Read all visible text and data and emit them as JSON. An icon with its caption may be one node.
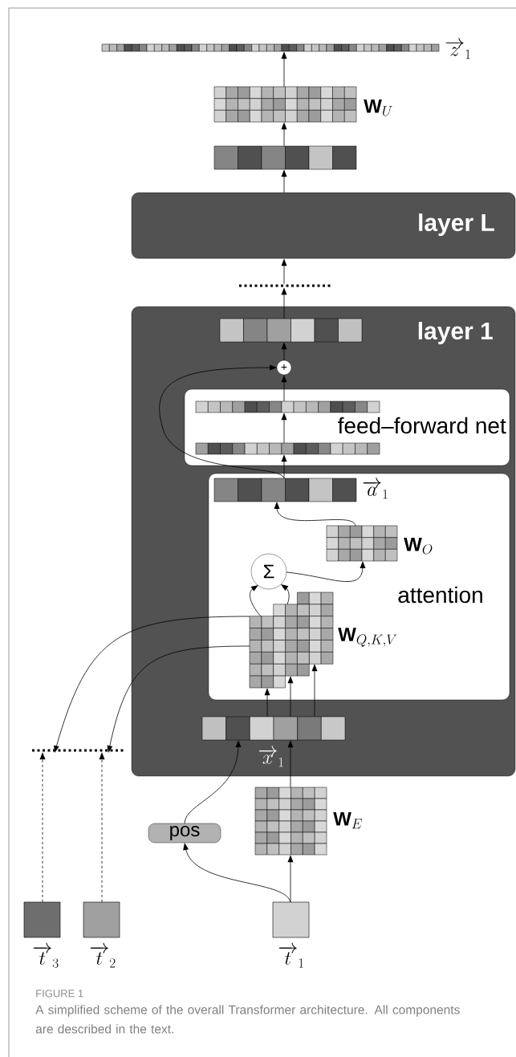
{
  "diagram": {
    "caption": "A simplified scheme of the overall Transformer architecture. All components are described in the text.",
    "nodes": [
      {
        "text": [],
        "shape": "bar",
        "beside": [
          "\\overrightarrow{z}_1"
        ]
      },
      {
        "text": [],
        "shape": "grid",
        "beside": [
          "\\mathbf{W}_U"
        ]
      },
      {
        "text": [],
        "shape": "bar"
      },
      {
        "text": [
          "layer L"
        ]
      },
      {
        "text": [],
        "shape": "line"
      },
      {
        "text": [
          "layer 1"
        ]
      },
      {
        "text": [],
        "shape": "bar",
        "in": 5
      },
      {
        "text": [
          "+"
        ],
        "in": 5
      },
      {
        "text": [
          "feed–forward net"
        ],
        "in": 5
      },
      {
        "text": [],
        "shape": "bar",
        "in": 8
      },
      {
        "text": [],
        "shape": "bar",
        "in": 8
      },
      {
        "text": [
          "attention"
        ],
        "in": 5
      },
      {
        "text": [],
        "shape": "bar",
        "in": 11,
        "beside": [
          "\\overrightarrow{a}_1"
        ]
      },
      {
        "text": [],
        "shape": "grid",
        "in": 11,
        "beside": [
          "\\mathbf{W}_O"
        ]
      },
      {
        "text": [
          "Σ"
        ],
        "in": 11
      },
      {
        "text": [],
        "shape": "grid",
        "in": 11,
        "beside": [
          "\\mathbf{W}_{Q,K,V}"
        ]
      },
      {
        "text": [],
        "shape": "bar",
        "in": 5,
        "beside": [
          "\\overrightarrow{x}_1"
        ]
      },
      {
        "text": [],
        "shape": "line"
      },
      {
        "text": [],
        "shape": "grid",
        "beside": [
          "\\mathbf{W}_E"
        ]
      },
      {
        "text": [
          "pos"
        ]
      },
      {
        "text": [],
        "shape": "box",
        "beside": [
          "\\overrightarrow{t}_3"
        ]
      },
      {
        "text": [],
        "shape": "box",
        "beside": [
          "\\overrightarrow{t}_2"
        ]
      },
      {
        "text": [],
        "shape": "box",
        "beside": [
          "\\overrightarrow{t}_1"
        ]
      }
    ],
    "edges": [
      {
        "from": 1,
        "to": 0,
        "arrow": "to"
      },
      {
        "from": 2,
        "to": 1,
        "arrow": "to"
      },
      {
        "from": 3,
        "to": 2,
        "arrow": "to"
      },
      {
        "from": 4,
        "to": 3,
        "arrow": "to"
      },
      {
        "from": 6,
        "to": 4,
        "arrow": "to"
      },
      {
        "from": 7,
        "to": 6,
        "arrow": "to"
      },
      {
        "from": 9,
        "to": 7,
        "arrow": "to"
      },
      {
        "from": 10,
        "to": 9,
        "arrow": "to"
      },
      {
        "from": 12,
        "to": 10,
        "arrow": "to"
      },
      {
        "from": 12,
        "to": 7,
        "arrow": "to"
      },
      {
        "from": 13,
        "to": 12,
        "arrow": "to"
      },
      {
        "from": 14,
        "to": 13,
        "arrow": "to"
      },
      {
        "from": 15,
        "to": 14,
        "arrow": "to"
      },
      {
        "from": 15,
        "to": 14,
        "arrow": "to"
      },
      {
        "from": 16,
        "to": 15,
        "arrow": "to"
      },
      {
        "from": 16,
        "to": 15,
        "arrow": "to"
      },
      {
        "from": 16,
        "to": 15,
        "arrow": "to"
      },
      {
        "from": 15,
        "to": 17,
        "arrow": "to"
      },
      {
        "from": 15,
        "to": 17,
        "arrow": "to"
      },
      {
        "from": 20,
        "to": 17,
        "arrow": "to",
        "style": "dashed"
      },
      {
        "from": 21,
        "to": 17,
        "arrow": "to",
        "style": "dashed"
      },
      {
        "from": 18,
        "to": 16,
        "arrow": "to"
      },
      {
        "from": 19,
        "to": 16,
        "arrow": "to"
      },
      {
        "from": 22,
        "to": 18,
        "arrow": "to"
      },
      {
        "from": 22,
        "to": 19,
        "arrow": "to"
      }
    ],
    "labels": [
      "FIGURE 1"
    ]
  }
}
